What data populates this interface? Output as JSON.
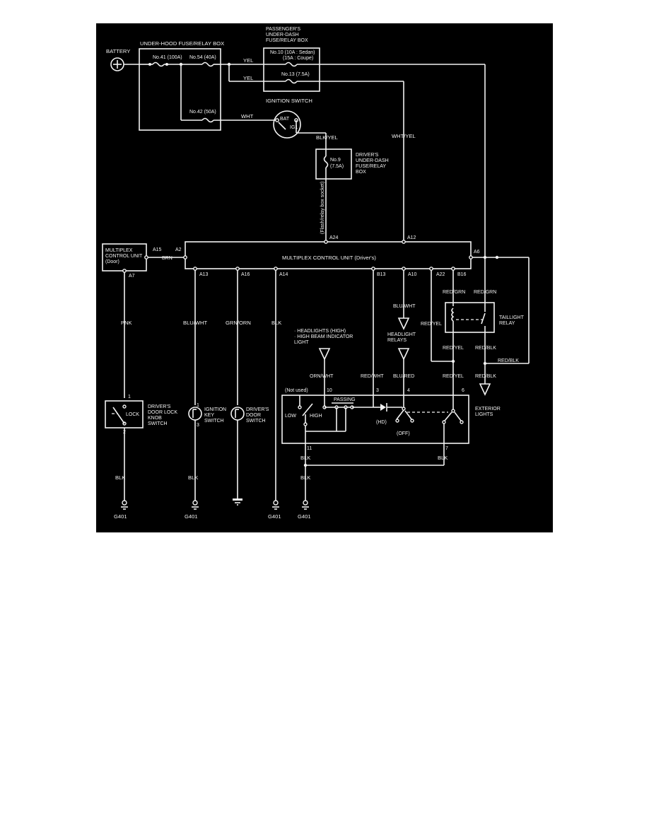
{
  "battery": "BATTERY",
  "underhood_box": "UNDER-HOOD FUSE/RELAY BOX",
  "fuse41": "No.41 (100A)",
  "fuse54": "No.54 (40A)",
  "fuse42": "No.42 (50A)",
  "passenger_box": [
    "PASSENGER'S",
    "UNDER-DASH",
    "FUSE/RELAY BOX"
  ],
  "fuse10a": "No.10 (10A : Sedan)",
  "fuse10b": "(15A : Coupe)",
  "fuse13": "No.13 (7.5A)",
  "ignition_switch": "IGNITION SWITCH",
  "bat": "BAT",
  "ig1": "IG1",
  "driver_box": [
    "DRIVER'S",
    "UNDER-DASH",
    "FUSE/RELAY",
    "BOX"
  ],
  "fuse9a": "No.9",
  "fuse9b": "(7.5A)",
  "flash_socket": "(Flash/relay box socket)",
  "mcu_door": [
    "MULTIPLEX",
    "CONTROL UNIT",
    "(Door)"
  ],
  "mcu_driver": "MULTIPLEX CONTROL UNIT (Driver's)",
  "wires": {
    "yel1": "YEL",
    "yel2": "YEL",
    "wht": "WHT",
    "blkyel": "BLK/YEL",
    "whtyel": "WHT/YEL",
    "brn": "BRN",
    "pnk": "PNK",
    "bluwht1": "BLU/WHT",
    "grnorn": "GRN/ORN",
    "blk_a14": "BLK",
    "redwht": "RED/WHT",
    "bluwht2": "BLU/WHT",
    "redyel_a22": "RED/YEL",
    "redgrn1": "RED/GRN",
    "redgrn2": "RED/GRN",
    "redyel_relay": "RED/YEL",
    "redblk_relay": "RED/BLK",
    "redblk_side": "RED/BLK",
    "ornwht": "ORN/WHT",
    "blured": "BLU/RED",
    "redyel_6": "RED/YEL",
    "redblk_ext": "RED/BLK",
    "blk_door": "BLK",
    "blk_key": "BLK",
    "blk_11": "BLK",
    "blk_7": "BLK",
    "blk_ground": "BLK"
  },
  "terminals": {
    "a15": "A15",
    "a2": "A2",
    "a24": "A24",
    "a12": "A12",
    "a6": "A6",
    "a7": "A7",
    "a13": "A13",
    "a16": "A16",
    "a14": "A14",
    "b13": "B13",
    "a10": "A10",
    "a22": "A22",
    "b16": "B16"
  },
  "pins": {
    "p1": "1",
    "p2": "2",
    "p10": "10",
    "p3": "3",
    "p4": "4",
    "p6": "6",
    "p11": "11",
    "p7": "7",
    "k1": "1",
    "k3": "3"
  },
  "door_lock_switch": [
    "DRIVER'S",
    "DOOR LOCK",
    "KNOB",
    "SWITCH"
  ],
  "lock": "LOCK",
  "ignition_key_switch": [
    "IGNITION",
    "KEY",
    "SWITCH"
  ],
  "door_switch": [
    "DRIVER'S",
    "DOOR",
    "SWITCH"
  ],
  "headlights_note": [
    "· HEADLIGHTS (HIGH)",
    "· HIGH BEAM INDICATOR",
    "  LIGHT"
  ],
  "headlight_relays": [
    "HEADLIGHT",
    "RELAYS"
  ],
  "taillight_relay": [
    "TAILLIGHT",
    "RELAY"
  ],
  "exterior_lights": [
    "EXTERIOR",
    "LIGHTS"
  ],
  "not_used": "(Not used)",
  "low": "LOW",
  "high": "HIGH",
  "passing": "PASSING",
  "hd": "(HD)",
  "off": "(OFF)",
  "grounds": [
    "G401",
    "G401",
    "G401",
    "G401"
  ]
}
